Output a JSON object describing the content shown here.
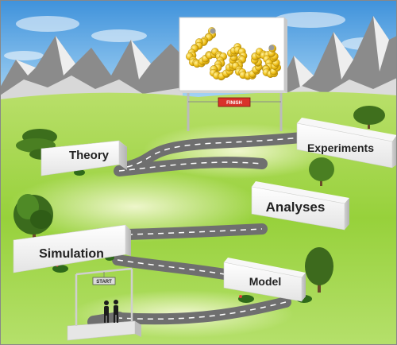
{
  "diagram": {
    "stations": {
      "theory": "Theory",
      "experiments": "Experiments",
      "analyses": "Analyses",
      "simulation": "Simulation",
      "model": "Model"
    },
    "signs": {
      "start": "START",
      "finish": "FINISH"
    },
    "colors": {
      "sky": "#5aa8e6",
      "grass": "#8fcf3a",
      "road": "#6f6f6f",
      "box": "#efefef",
      "bead": "#f2c21b",
      "finish_sign": "#d9322a"
    }
  }
}
